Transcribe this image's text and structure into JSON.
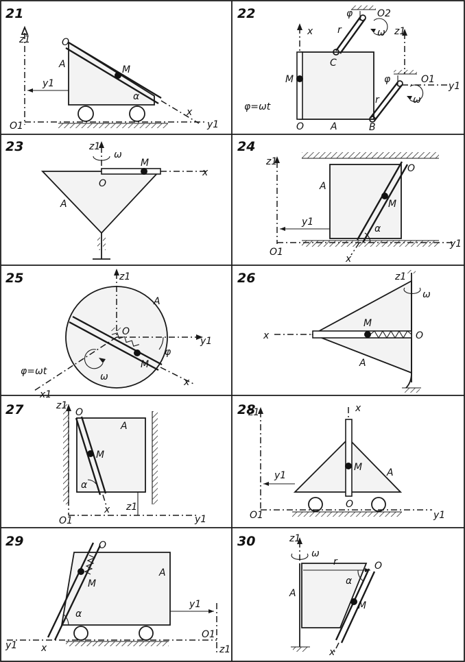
{
  "panels": [
    {
      "number": "21",
      "labels": {
        "body": "A",
        "point": "M",
        "origin_tube": "O",
        "origin": "O1",
        "axis_y": "y1",
        "axis_z": "z1",
        "axis_x": "x",
        "dist": "y1",
        "angle": "α"
      }
    },
    {
      "number": "22",
      "labels": {
        "body": "A",
        "point": "M",
        "origin_tube": "O",
        "axis_x": "x",
        "axis_z": "z1",
        "axis_y": "y1",
        "point_c": "C",
        "point_b": "B",
        "pivot_o1": "O1",
        "pivot_o2": "O2",
        "crank_r_top": "r",
        "crank_r_bottom": "r",
        "phi_top": "φ",
        "phi_bottom": "φ",
        "omega_top": "ω",
        "omega_bottom": "ω",
        "law": "φ=ωt"
      }
    },
    {
      "number": "23",
      "labels": {
        "body": "A",
        "point": "M",
        "origin": "O",
        "axis_x": "x",
        "axis_z": "z1",
        "omega": "ω"
      }
    },
    {
      "number": "24",
      "labels": {
        "body": "A",
        "point": "M",
        "origin_tube": "O",
        "origin": "O1",
        "axis_y": "y1",
        "axis_z": "z1",
        "axis_x": "x",
        "dist": "y1",
        "angle": "α"
      }
    },
    {
      "number": "25",
      "labels": {
        "body": "A",
        "point": "M",
        "origin": "O",
        "axis_y": "y1",
        "axis_z": "z1",
        "axis_x": "x",
        "axis_x1": "x1",
        "angle": "φ",
        "omega": "ω",
        "law": "φ=ωt"
      }
    },
    {
      "number": "26",
      "labels": {
        "body": "A",
        "point": "M",
        "origin": "O",
        "axis_x": "x",
        "axis_z": "z1",
        "omega": "ω"
      }
    },
    {
      "number": "27",
      "labels": {
        "body": "A",
        "point": "M",
        "origin_tube": "O",
        "origin": "O1",
        "axis_y": "y1",
        "axis_z": "z1",
        "axis_x": "x",
        "dist": "z1",
        "angle": "α"
      }
    },
    {
      "number": "28",
      "labels": {
        "body": "A",
        "point": "M",
        "origin_tube": "O",
        "origin": "O1",
        "axis_y": "y1",
        "axis_z": "z1",
        "axis_x": "x",
        "dist": "y1"
      }
    },
    {
      "number": "29",
      "labels": {
        "body": "A",
        "point": "M",
        "origin_tube": "O",
        "origin": "O1",
        "axis_y": "y1",
        "axis_z": "z1",
        "axis_x": "x",
        "dist": "y1",
        "angle": "α"
      }
    },
    {
      "number": "30",
      "labels": {
        "body": "A",
        "point": "M",
        "origin_tube": "O",
        "axis_z": "z1",
        "axis_x": "x",
        "radius": "r",
        "angle": "α",
        "omega": "ω"
      }
    }
  ]
}
